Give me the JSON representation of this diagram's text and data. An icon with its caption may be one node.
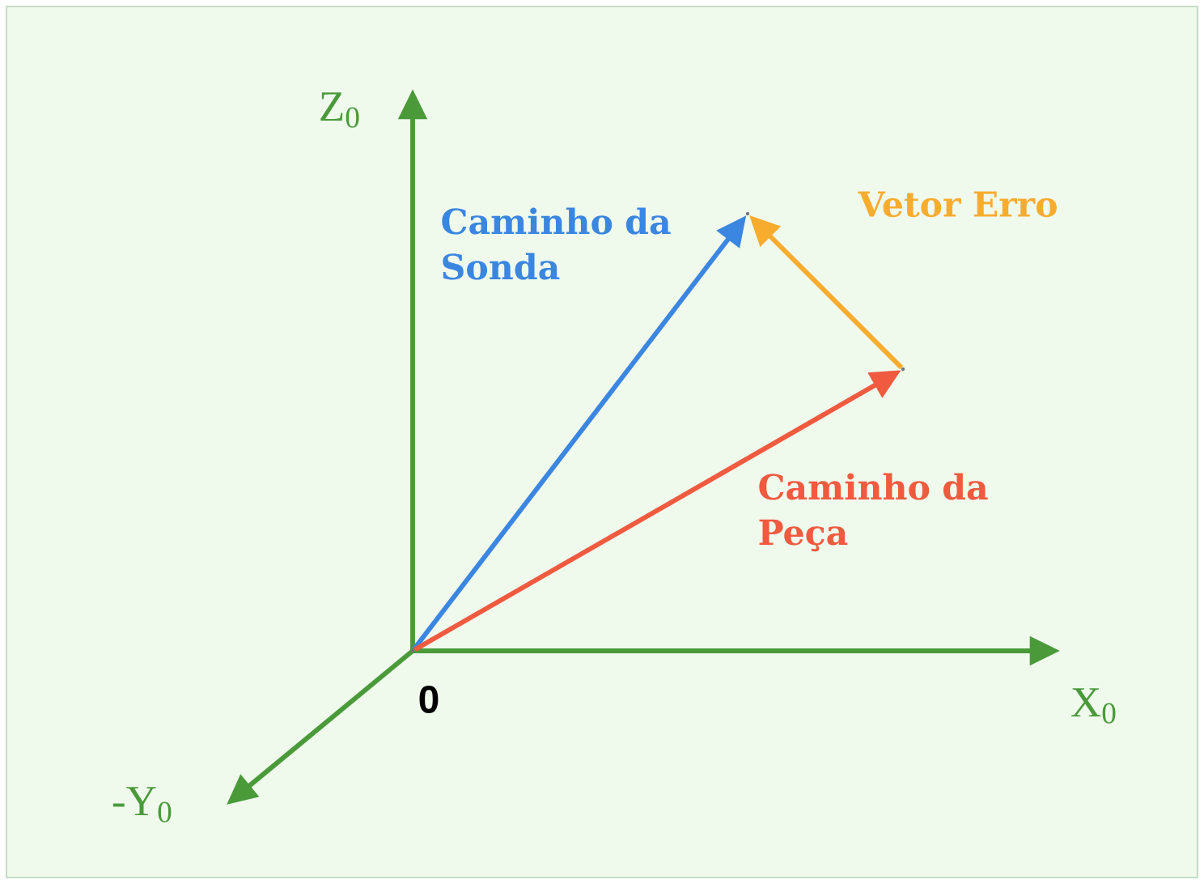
{
  "diagram": {
    "nodes": [
      {
        "text": [],
        "shape": "point"
      },
      {
        "text": [],
        "shape": "point"
      },
      {
        "text": [],
        "shape": "point"
      }
    ],
    "edges": [
      {
        "from": 0,
        "to": 1,
        "arrow": "to",
        "label": "Caminho da Sonda",
        "color": "#3a86e0"
      },
      {
        "from": 0,
        "to": 2,
        "arrow": "to",
        "label": "Caminho da Peça",
        "color": "#f05a3f"
      },
      {
        "from": 2,
        "to": 1,
        "arrow": "to",
        "label": "Vetor Erro",
        "color": "#f8ac2e"
      }
    ],
    "labels": [
      "Z$_{0}$",
      "0",
      "X$_{0}$",
      "-Y$_{0}$"
    ]
  }
}
